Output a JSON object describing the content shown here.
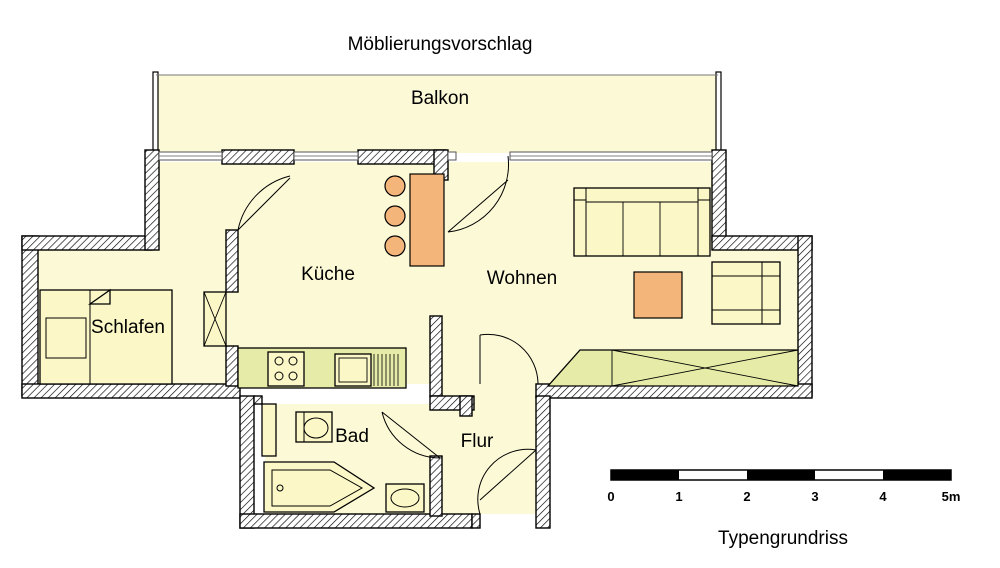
{
  "title_top": "Möblierungsvorschlag",
  "title_bottom": "Typengrundriss",
  "rooms": {
    "balkon": "Balkon",
    "kueche": "Küche",
    "wohnen": "Wohnen",
    "schlafen": "Schlafen",
    "bad": "Bad",
    "flur": "Flur"
  },
  "scale_bar": {
    "labels": [
      "0",
      "1",
      "2",
      "3",
      "4",
      "5m"
    ]
  },
  "colors": {
    "floor": "#fbf9d6",
    "counter": "#f3b57a",
    "table": "#f3b57a",
    "cabinet": "#e6eca8",
    "wall": "#000000"
  }
}
